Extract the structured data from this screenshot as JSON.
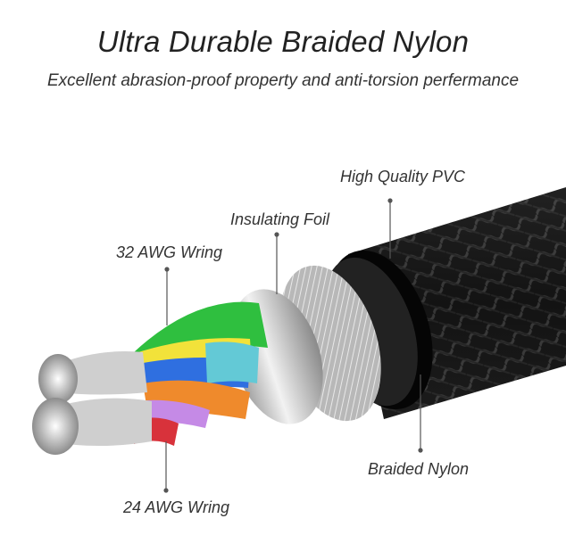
{
  "header": {
    "title": "Ultra Durable Braided Nylon",
    "subtitle": "Excellent abrasion-proof property and anti-torsion perfermance"
  },
  "callouts": {
    "pvc": "High Quality PVC",
    "foil": "Insulating Foil",
    "awg32": "32 AWG Wring",
    "braid": "Braided Nylon",
    "awg24": "24 AWG Wring"
  },
  "colors": {
    "braid": "#1b1b1b",
    "pvc": "#0d0d0d",
    "foil": "#c9c9c9",
    "wire_green": "#2fbf3f",
    "wire_yellow": "#f2e23a",
    "wire_blue": "#2f6fe0",
    "wire_teal": "#63c9d6",
    "wire_orange": "#ef8a2c",
    "wire_purple": "#c58ae6",
    "wire_red": "#d8323b",
    "copper": "#d9d9d9"
  }
}
